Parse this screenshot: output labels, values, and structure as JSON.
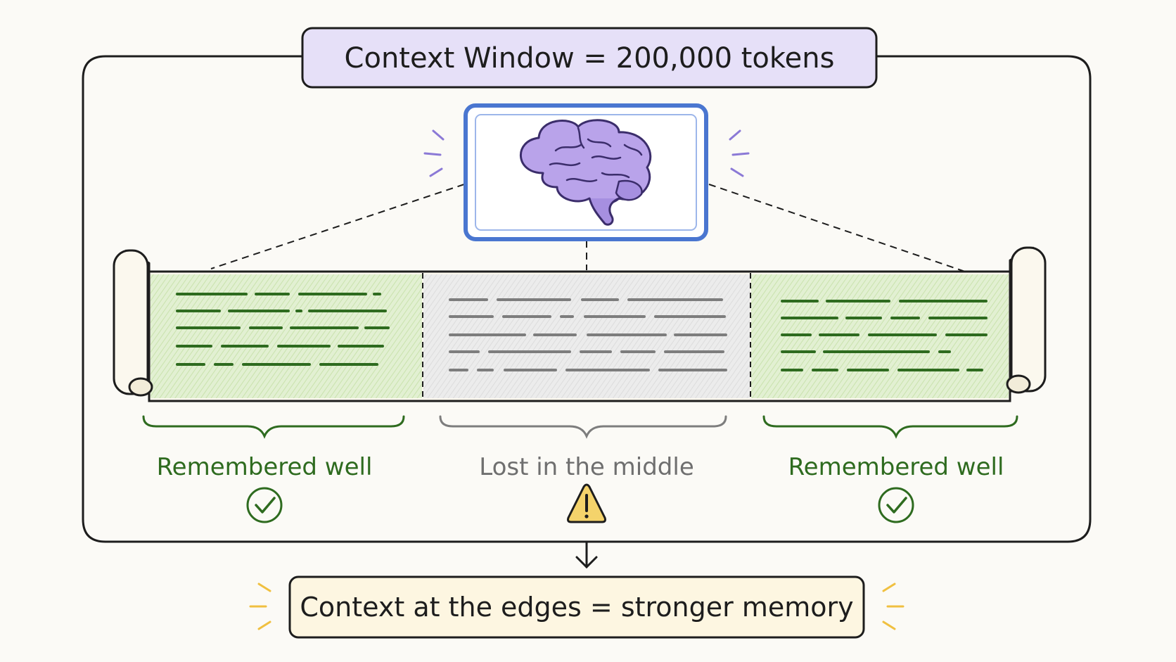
{
  "title": "Context Window = 200,000 tokens",
  "sections": [
    {
      "label": "Remembered well",
      "status": "remembered",
      "status_icon": "check-circle-icon"
    },
    {
      "label": "Lost in the middle",
      "status": "lost",
      "status_icon": "warning-icon"
    },
    {
      "label": "Remembered well",
      "status": "remembered",
      "status_icon": "check-circle-icon"
    }
  ],
  "conclusion": "Context at the edges = stronger memory",
  "icons": {
    "model": "brain-icon",
    "document": "scroll-icon",
    "connector": "arrow-down-icon"
  },
  "colors": {
    "remembered": "#2e6b1f",
    "remembered_fill": "#dcedc8",
    "lost": "#6f6f6f",
    "lost_fill": "#e8e8e8",
    "title_fill": "#e6e0f8",
    "brain": "#b9a3ea",
    "monitor_border": "#4a76d0",
    "conclusion_fill": "#fdf6e1",
    "warning_fill": "#f4d36b"
  }
}
